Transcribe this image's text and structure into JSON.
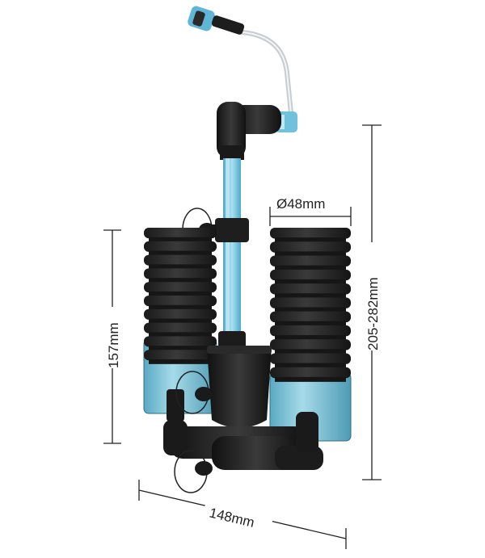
{
  "dimensions": {
    "sponge_diameter": "Ø48mm",
    "sponge_height": "157mm",
    "total_height": "205-282mm",
    "total_width": "148mm"
  },
  "colors": {
    "sponge": "#2b2b2b",
    "water_chamber": "#7cc4d8",
    "tube": "#6fc1dc",
    "plastic_black": "#1f1f1f",
    "dimension_line": "#222222"
  }
}
